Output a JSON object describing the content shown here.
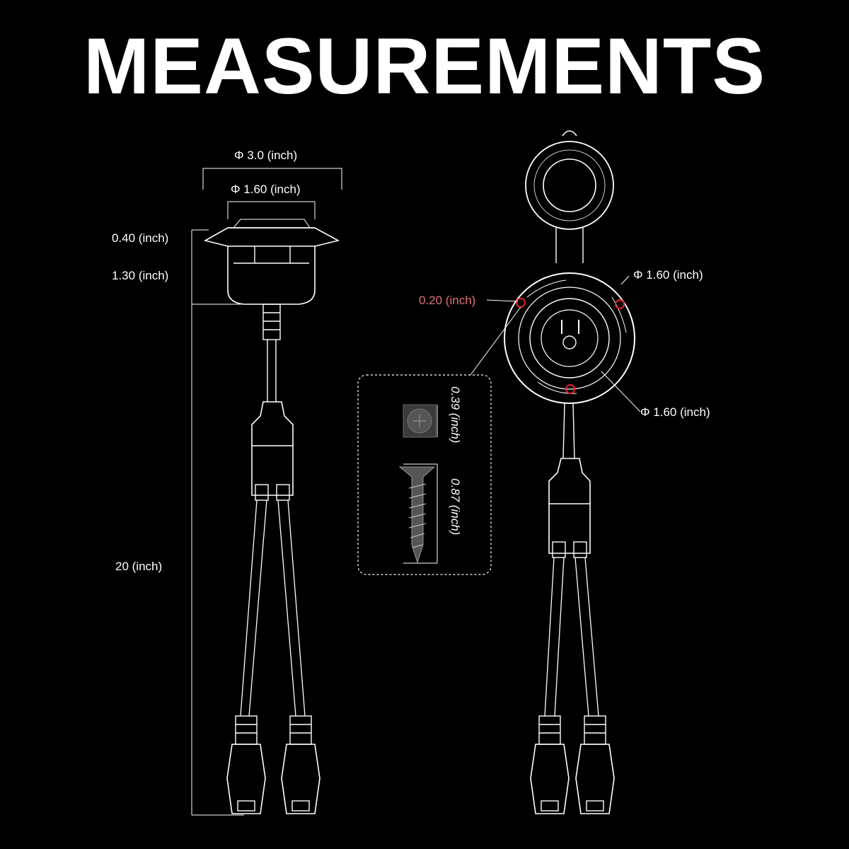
{
  "title": "MEASUREMENTS",
  "left_view": {
    "outer_diameter": "Φ 3.0 (inch)",
    "inner_diameter": "Φ 1.60 (inch)",
    "flange_height": "0.40 (inch)",
    "body_height": "1.30 (inch)",
    "cable_length": "20 (inch)"
  },
  "right_view": {
    "hole_size": "0.20 (inch)",
    "face_diameter": "Φ 1.60 (inch)",
    "socket_diameter": "Φ 1.60 (inch)"
  },
  "hardware_box": {
    "cap_size": "0.39 (inch)",
    "screw_length": "0.87 (inch)"
  },
  "colors": {
    "background": "#000000",
    "line": "#ffffff",
    "hole_marker": "#e0202a",
    "hole_label": "#e0707a"
  }
}
